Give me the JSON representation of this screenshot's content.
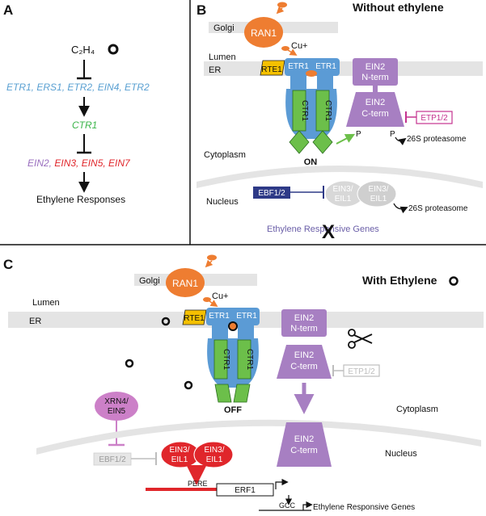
{
  "panels": {
    "A": {
      "letter": "A",
      "ethylene": "C₂H₄",
      "receptors": "ETR1, ERS1, ETR2, EIN4, ETR2",
      "ctr1": "CTR1",
      "signal_prefix": "EIN2, ",
      "signal_red": "EIN3, EIN5, EIN7",
      "responses": "Ethylene Responses"
    },
    "B": {
      "letter": "B",
      "title": "Without ethylene",
      "golgi": "Golgi",
      "ran1": "RAN1",
      "cu": "Cu+",
      "lumen": "Lumen",
      "er": "ER",
      "rte1": "RTE1",
      "etr1_left": "ETR1",
      "etr1_right": "ETR1",
      "ctr1_left": "CTR1",
      "ctr1_right": "CTR1",
      "state": "ON",
      "ein2_n_1": "EIN2",
      "ein2_n_2": "N-term",
      "ein2_c_1": "EIN2",
      "ein2_c_2": "C-term",
      "etp": "ETP1/2",
      "p1": "P",
      "p2": "P",
      "proteasome1": "26S proteasome",
      "cytoplasm": "Cytoplasm",
      "nucleus": "Nucleus",
      "ebf": "EBF1/2",
      "ein3_1": "EIN3/",
      "ein3_2": "EIL1",
      "ein3b_1": "EIN3/",
      "ein3b_2": "EIL1",
      "proteasome2": "26S proteasome",
      "genes": "Ethylene Responsive Genes",
      "x_mark": "X"
    },
    "C": {
      "letter": "C",
      "title": "With Ethylene",
      "golgi": "Golgi",
      "ran1": "RAN1",
      "cu": "Cu+",
      "lumen": "Lumen",
      "er": "ER",
      "rte1": "RTE1",
      "etr1_left": "ETR1",
      "etr1_right": "ETR1",
      "ctr1_left": "CTR1",
      "ctr1_right": "CTR1",
      "state": "OFF",
      "ein2_n_1": "EIN2",
      "ein2_n_2": "N-term",
      "ein2_c_1": "EIN2",
      "ein2_c_2": "C-term",
      "etp": "ETP1/2",
      "xrn4_1": "XRN4/",
      "xrn4_2": "EIN5",
      "cytoplasm": "Cytoplasm",
      "nucleus": "Nucleus",
      "ebf": "EBF1/2",
      "ein3_1": "EIN3/",
      "ein3_2": "EIL1",
      "ein3b_1": "EIN3/",
      "ein3b_2": "EIL1",
      "ein2_nuc_1": "EIN2",
      "ein2_nuc_2": "C-term",
      "pere": "PERE",
      "erf1": "ERF1",
      "gcc": "GCC",
      "genes": "Ethylene Responsive Genes"
    }
  },
  "colors": {
    "blue_text": "#5aa0d2",
    "receptor_blue": "#5b9bd5",
    "green": "#6cbf4a",
    "green_text": "#3bb54a",
    "purple": "#a77fc2",
    "purple_text": "#9a6fbf",
    "red": "#e0262b",
    "magenta": "#c4338f",
    "orange": "#ee7d31",
    "gold": "#f5c000",
    "navy": "#2e3a87",
    "grey_band": "#e4e4e4",
    "grey_text": "#bdbdbd"
  }
}
